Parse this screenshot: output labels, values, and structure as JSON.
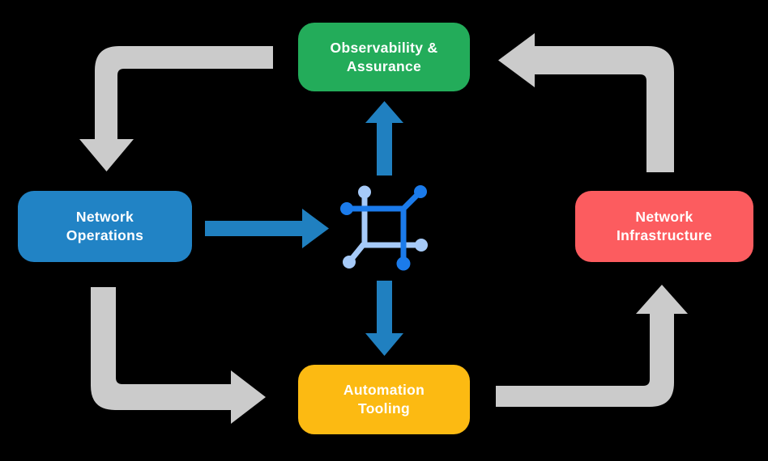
{
  "colors": {
    "background": "#000000",
    "observability_green": "#23AC5A",
    "operations_blue": "#2183C5",
    "infrastructure_red": "#FC5C5F",
    "tooling_yellow": "#FCBA12",
    "flow_arrow_blue": "#2080C0",
    "cycle_arrow_gray": "#CBCBCB",
    "icon_blue_dark": "#1B7BEB",
    "icon_blue_light": "#A6CAF8",
    "label_text": "#FFFFFF"
  },
  "nodes": {
    "observability": {
      "label": "Observability &\nAssurance"
    },
    "operations": {
      "label": "Network\nOperations"
    },
    "infrastructure": {
      "label": "Network\nInfrastructure"
    },
    "tooling": {
      "label": "Automation\nTooling"
    }
  },
  "center_icon": {
    "name": "network-mesh-icon"
  },
  "flows": {
    "gray_cycle": [
      {
        "from": "Observability & Assurance",
        "to": "Network Operations"
      },
      {
        "from": "Network Operations",
        "to": "Automation Tooling"
      },
      {
        "from": "Automation Tooling",
        "to": "Network Infrastructure"
      },
      {
        "from": "Network Infrastructure",
        "to": "Observability & Assurance"
      }
    ],
    "blue_flows": [
      {
        "from": "Network Operations",
        "to": "network-mesh-icon"
      },
      {
        "from": "network-mesh-icon",
        "to": "Observability & Assurance"
      },
      {
        "from": "network-mesh-icon",
        "to": "Automation Tooling"
      }
    ]
  }
}
